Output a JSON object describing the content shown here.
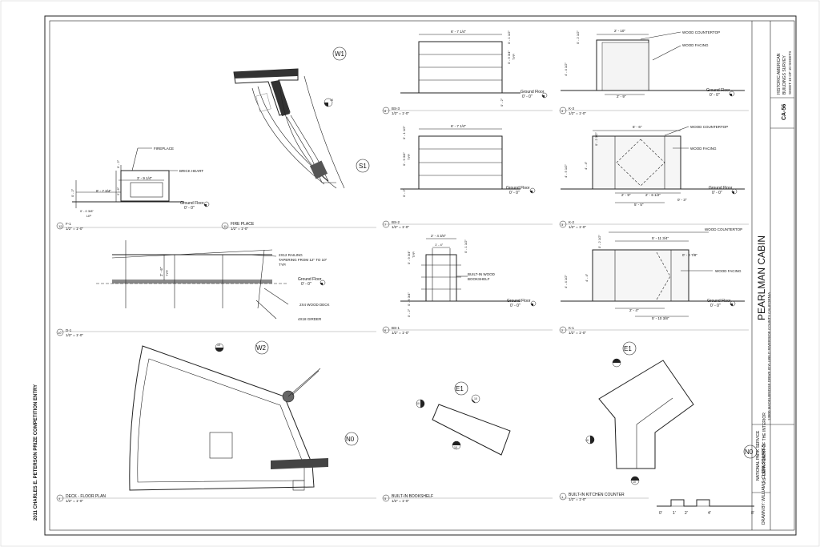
{
  "side_text": {
    "competition": "2011 CHARLES E. PETERSON PRIZE COMPETITION ENTRY"
  },
  "title_block": {
    "org_line1": "HISTORIC AMERICAN",
    "org_line2": "BUILDINGS SURVEY",
    "sheet_line": "SHEET 10 OF 10  SHEETS",
    "survey_no": "CA-56",
    "project_title": "PEARLMAN CABIN",
    "address": "13800 MADELBRIDGE DRIVE    IDYLLWILD    RIVERSIDE COUNTY    CALIFORNIA",
    "nps_line1": "NATIONAL PARK SERVICE",
    "nps_line2": "U.S. DEPARTMENT OF THE INTERIOR",
    "drawn_by": "DRAWN BY:   WILLIAM S. CLERK SQUARES"
  },
  "scale_bar": {
    "labels": [
      "0'",
      "1'",
      "2'",
      "4'",
      "8'"
    ]
  },
  "orientation": {
    "w1": "W1",
    "s1": "S1",
    "w2": "W2",
    "n0_left": "N0",
    "e1_mid": "E1",
    "e1_right": "E1",
    "n0_right": "N0"
  },
  "section_markers": {
    "m1": "10",
    "m2": "10",
    "m3": "10",
    "m4": "10",
    "m5": "10",
    "m6": "10",
    "m7": "10",
    "m8": "10"
  },
  "views": {
    "fireplace_elev": {
      "num": "11",
      "title": "FIRE PLACE",
      "scale": "1/2\" = 1'-0\"",
      "label_fireplace": "FIREPLACE",
      "label_brick": "BRICK HEART",
      "dim_width": "3' - 9 1/4\"",
      "dim_total": "8' - 7 3/4\"",
      "dim_top": "0' - 2\"",
      "dim_h": "2' - 6\"",
      "dim_left": "0' - 2\"",
      "dim_lip": "0' - 0 3/8\"",
      "lip": "LIP",
      "ground": "Ground Floor",
      "ground_elev": "0' - 0\""
    },
    "fireplace_small": {
      "num": "12",
      "title": "F-1",
      "scale": "1/2\" = 1'-0\""
    },
    "deck_section": {
      "num": "10",
      "title": "D-1",
      "scale": "1/2\" = 1'-0\"",
      "label_railing": "2X12 RAILING",
      "label_taper": "TAPERING FROM 12\" TO 10\"",
      "label_typ": "TYP.",
      "dim_h": "2' - 6\"",
      "dim_typ": "TYP.",
      "ground": "Ground Floor",
      "ground_elev": "0' - 0\"",
      "label_deck": "2X4 WOOD DECK",
      "label_girder": "4X18 GIRDER"
    },
    "deck_plan": {
      "num": "9",
      "title": "DECK - FLOOR PLAN",
      "scale": "1/2\" = 1'-0\""
    },
    "bs3": {
      "num": "8",
      "title": "BS-3",
      "scale": "1/2\" = 1'-0\"",
      "dim_width": "6' - 7 1/4\"",
      "dim_top": "0' - 1 1/2\"",
      "dim_shelf": "0' - 9 3/4\"",
      "dim_typ": "TYP.",
      "dim_base": "0' - 2\"",
      "ground": "Ground Floor",
      "ground_elev": "0' - 0\""
    },
    "bs2": {
      "num": "7",
      "title": "BS-2",
      "scale": "1/2\" = 1'-0\"",
      "dim_width": "6' - 7 1/4\"",
      "dim_top": "0' - 1 1/2\"",
      "dim_shelf": "0' - 9 3/4\"",
      "dim_typ": "TYP.",
      "dim_base": "0' - 2\"",
      "ground": "Ground Floor",
      "ground_elev": "0' - 0\""
    },
    "bs1": {
      "num": "6",
      "title": "BS-1",
      "scale": "1/2\" = 1'-0\"",
      "dim_width": "2' - 4 3/4\"",
      "dim_inner": "1' - 4\"",
      "dim_top": "0' - 1 1/2\"",
      "dim_shelf": "0' - 9 3/4\"",
      "dim_typ": "TYP.",
      "dim_shelf2": "0' - 9 3/4\"",
      "dim_base": "0' - 2\"",
      "label_bookshelf": "BUILT-IN WOOD",
      "label_bookshelf2": "BOOKSHELF",
      "ground": "Ground Floor",
      "ground_elev": "0' - 0\""
    },
    "bookshelf_plan": {
      "num": "5",
      "title": "BUILT-IN BOOKSHELF",
      "scale": "1/2\" = 1'-0\""
    },
    "k3": {
      "num": "4",
      "title": "K-3",
      "scale": "1/2\" = 1'-0\"",
      "dim_top": "2' - 10\"",
      "dim_top2": "0' - 2 1/2\"",
      "dim_h": "4' - 4 1/2\"",
      "dim_bottom": "2' - 9\"",
      "label_counter": "WOOD COUNTERTOP",
      "label_facing": "WOOD FACING",
      "ground": "Ground Floor",
      "ground_elev": "0' - 0\""
    },
    "k2": {
      "num": "3",
      "title": "K-2",
      "scale": "1/2\" = 1'-0\"",
      "dim_top": "6' - 6\"",
      "dim_top2": "0' - 2 1/2\"",
      "dim_h": "4' - 5 1/2\"",
      "dim_h2": "4' - 4\"",
      "dim_b1": "2' - 9\"",
      "dim_b2": "2' - 6 1/2\"",
      "dim_b3": "0' - 3\"",
      "dim_total": "5' - 5\"",
      "label_counter": "WOOD COUNTERTOP",
      "label_facing": "WOOD FACING",
      "ground": "Ground Floor",
      "ground_elev": "0' - 0\""
    },
    "k1": {
      "num": "2",
      "title": "K-1",
      "scale": "1/2\" = 1'-0\"",
      "dim_top2": "0' - 2 1/2\"",
      "dim_top": "5' - 11 3/4\"",
      "dim_h": "4' - 4 1/2\"",
      "dim_h2": "4' - 4\"",
      "dim_side": "0' - 0 7/8\"",
      "dim_b1": "2' - 4\"",
      "dim_total": "5' - 10 3/8\"",
      "label_counter": "WOOD COUNTERTOP",
      "label_facing": "WOOD FACING",
      "ground": "Ground Floor",
      "ground_elev": "0' - 0\""
    },
    "kitchen_plan": {
      "num": "1",
      "title": "BUILT-IN KITCHEN COUNTER",
      "scale": "1/2\" = 1'-0\""
    }
  }
}
